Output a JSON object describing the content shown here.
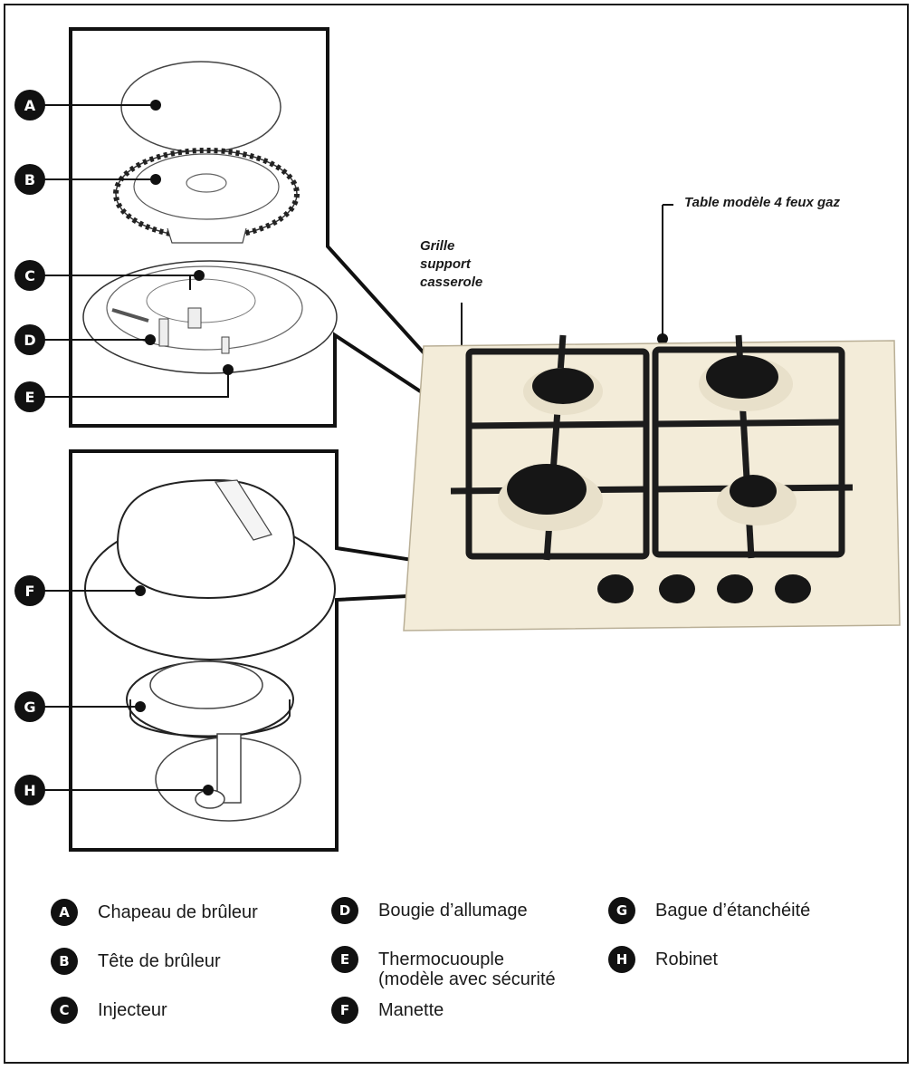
{
  "callouts": {
    "table": "Table modèle 4 feux gaz",
    "grille_1": "Grille",
    "grille_2": "support",
    "grille_3": "casserole"
  },
  "parts": [
    {
      "letter": "A",
      "label": "Chapeau de brûleur"
    },
    {
      "letter": "B",
      "label": "Tête de brûleur"
    },
    {
      "letter": "C",
      "label": "Injecteur"
    },
    {
      "letter": "D",
      "label": "Bougie d’allumage"
    },
    {
      "letter": "E",
      "label": "Thermocuouple (modèle avec sécurité"
    },
    {
      "letter": "F",
      "label": "Manette"
    },
    {
      "letter": "G",
      "label": "Bague d’étanchéité"
    },
    {
      "letter": "H",
      "label": "Robinet"
    }
  ],
  "colors": {
    "ink": "#111111",
    "hob": "#f3ecd9",
    "grate": "#1c1c1c"
  }
}
